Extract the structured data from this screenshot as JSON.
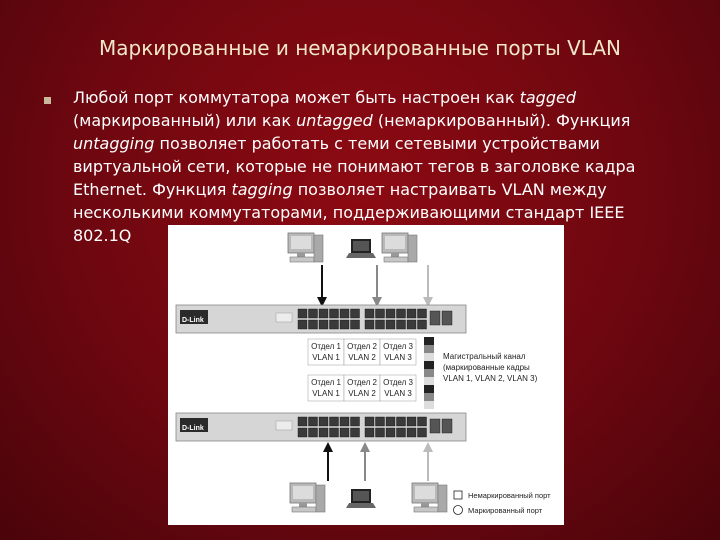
{
  "slide": {
    "title": "Маркированные и немаркированные порты VLAN",
    "paragraph": {
      "p1": "Любой порт коммутатора может быть настроен как ",
      "tagged": "tagged",
      "p2": " (маркированный) или как ",
      "untagged": "untagged",
      "p3": " (немаркированный). Функция ",
      "untagging": "untagging",
      "p4": " позволяет работать с теми сетевыми устройствами виртуальной сети, которые не понимают тегов в заголовке кадра Ethernet. Функция ",
      "tagging": "tagging",
      "p5": " позволяет настраивать VLAN между несколькими коммутаторами, поддерживающими стандарт IEEE 802.1Q"
    }
  },
  "figure": {
    "brand": "D-Link",
    "top_labels": [
      {
        "dept": "Отдел 1",
        "vlan": "VLAN 1"
      },
      {
        "dept": "Отдел 2",
        "vlan": "VLAN 2"
      },
      {
        "dept": "Отдел 3",
        "vlan": "VLAN 3"
      }
    ],
    "bottom_labels": [
      {
        "dept": "Отдел 1",
        "vlan": "VLAN 1"
      },
      {
        "dept": "Отдел 2",
        "vlan": "VLAN 2"
      },
      {
        "dept": "Отдел 3",
        "vlan": "VLAN 3"
      }
    ],
    "trunk_caption": [
      "Магистральный канал",
      "(маркированные кадры",
      "VLAN 1, VLAN 2, VLAN 3)"
    ],
    "legend": {
      "untagged": "Немаркированный порт",
      "tagged": "Маркированный порт"
    }
  }
}
